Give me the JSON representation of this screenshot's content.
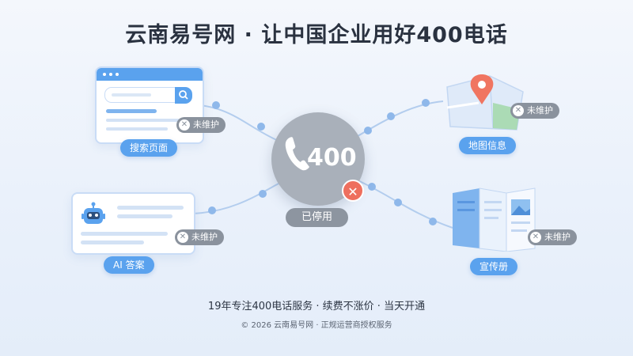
{
  "header": {
    "title": "云南易号网 · 让中国企业用好400电话"
  },
  "center": {
    "number": "400",
    "status": "已停用",
    "icon": "phone-icon"
  },
  "nodes": {
    "search": {
      "label": "搜索页面",
      "status": "未维护",
      "icon": "search-icon"
    },
    "map": {
      "label": "地图信息",
      "status": "未维护",
      "icon": "map-pin-icon"
    },
    "ai": {
      "label": "AI 答案",
      "status": "未维护",
      "icon": "robot-icon"
    },
    "brochure": {
      "label": "宣传册",
      "status": "未维护",
      "icon": "brochure-icon"
    }
  },
  "footer": {
    "tagline": "19年专注400电话服务 · 续费不涨价 · 当天开通",
    "copyright": "© 2026 云南易号网 · 正规运营商授权服务"
  },
  "colors": {
    "accent": "#5aa2ee",
    "disabled": "#a9b0ba",
    "error": "#ee6f5e",
    "tag": "#8a929d"
  }
}
